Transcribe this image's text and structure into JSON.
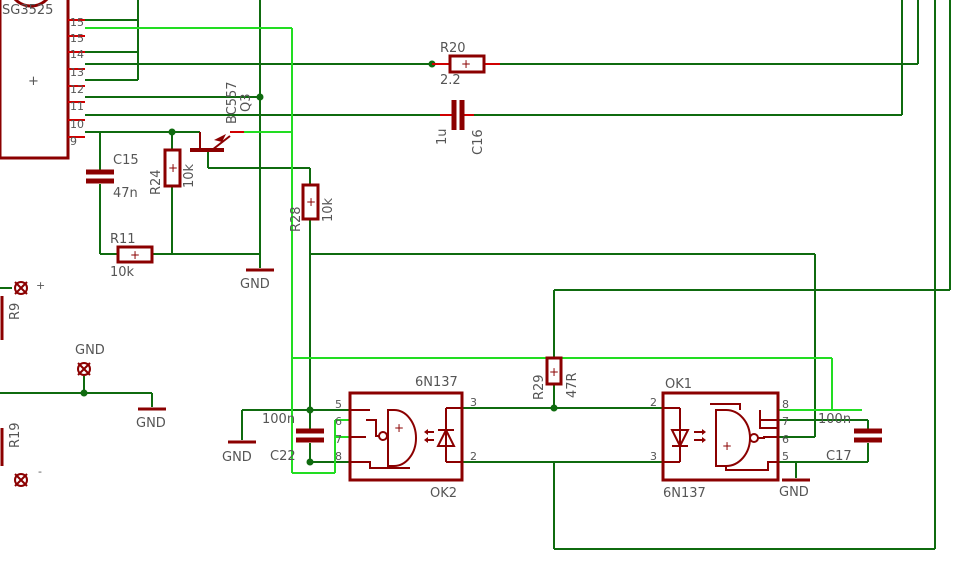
{
  "colors": {
    "net": "#0f6b0f",
    "net_highlight": "#22dd22",
    "part": "#8b0000",
    "pin": "#d00000",
    "label": "#555555"
  },
  "ic_sg3525": {
    "name": "SG3525",
    "pins": [
      "15",
      "15",
      "14",
      "13",
      "12",
      "11",
      "10",
      "9"
    ],
    "plus": "+"
  },
  "r20": {
    "name": "R20",
    "value": "2.2",
    "plus": "+"
  },
  "c16": {
    "name": "C16",
    "value": "1u"
  },
  "q3": {
    "name": "Q3",
    "type": "BC557"
  },
  "c15": {
    "name": "C15",
    "value": "47n"
  },
  "r24": {
    "name": "R24",
    "value": "10k",
    "plus": "+"
  },
  "r11": {
    "name": "R11",
    "value": "10k",
    "plus": "+"
  },
  "r28": {
    "name": "R28",
    "value": "10k",
    "plus": "+"
  },
  "r29": {
    "name": "R29",
    "value": "47R",
    "plus": "+"
  },
  "ok2": {
    "name": "OK2",
    "part": "6N137",
    "pins_left": [
      "5",
      "6",
      "7",
      "8"
    ],
    "pins_right": [
      "3",
      "2"
    ],
    "plus": "+"
  },
  "ok1": {
    "name": "OK1",
    "part": "6N137",
    "pins_left": [
      "2",
      "3"
    ],
    "pins_right": [
      "8",
      "7",
      "6",
      "5"
    ],
    "plus": "+"
  },
  "c22": {
    "name": "C22",
    "value": "100n"
  },
  "c17": {
    "name": "C17",
    "value": "100n"
  },
  "gnd_labels": [
    "GND",
    "GND",
    "GND",
    "GND",
    "GND"
  ],
  "left_parts": {
    "r_top": "R9",
    "r_bottom": "R19",
    "plus": "+",
    "minus": "-"
  }
}
